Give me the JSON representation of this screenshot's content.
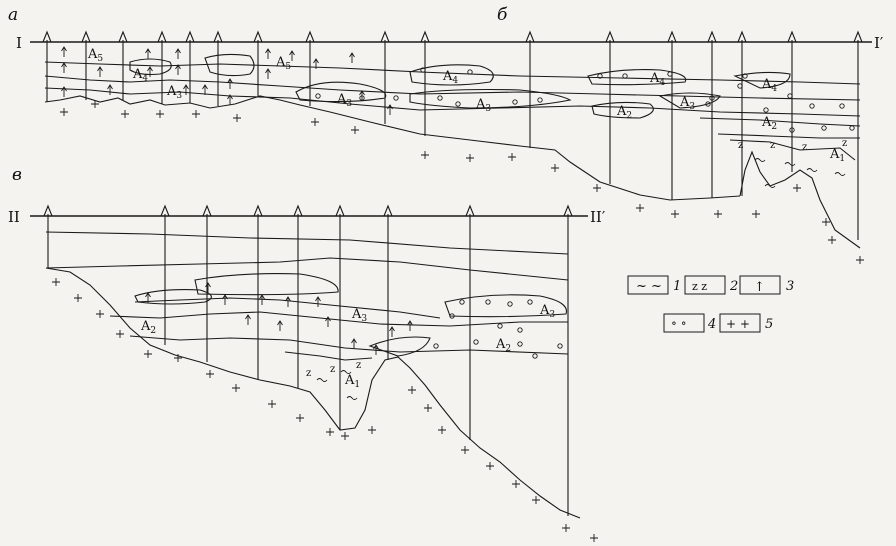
{
  "labels": {
    "panel_a": "а",
    "panel_b": "б",
    "panel_v": "в",
    "profile1_start": "I",
    "profile1_end": "I′",
    "profile2_start": "II",
    "profile2_end": "II′"
  },
  "units": {
    "A5": "A",
    "A5_sub": "5",
    "A4": "A",
    "A4_sub": "4",
    "A3": "A",
    "A3_sub": "3",
    "A2": "A",
    "A2_sub": "2",
    "A1": "A",
    "A1_sub": "1"
  },
  "legend": [
    {
      "symbol": "~  ~",
      "number": "1"
    },
    {
      "symbol": "z  z",
      "number": "2"
    },
    {
      "symbol": "↑",
      "number": "3"
    },
    {
      "symbol": "∘ ∘",
      "number": "4"
    },
    {
      "symbol": "+  +",
      "number": "5"
    }
  ]
}
